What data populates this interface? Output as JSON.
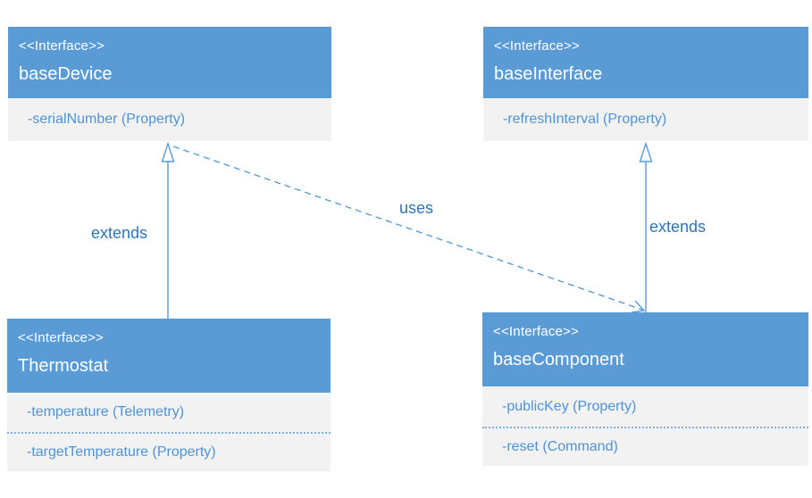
{
  "diagram": {
    "type": "uml-interface-diagram",
    "colors": {
      "header_fill": "#5B9BD5",
      "header_text": "#FFFFFF",
      "body_fill": "#F2F2F2",
      "member_text": "#4E93D6",
      "relation_label_text": "#2E74B5",
      "connector_stroke": "#5B9BD5"
    },
    "nodes": [
      {
        "id": "baseDevice",
        "stereotype": "<<Interface>>",
        "name": "baseDevice",
        "members": [
          {
            "label": "-serialNumber (Property)"
          }
        ]
      },
      {
        "id": "baseInterface",
        "stereotype": "<<Interface>>",
        "name": "baseInterface",
        "members": [
          {
            "label": "-refreshInterval (Property)"
          }
        ]
      },
      {
        "id": "Thermostat",
        "stereotype": "<<Interface>>",
        "name": "Thermostat",
        "members": [
          {
            "label": "-temperature (Telemetry)"
          },
          {
            "label": "-targetTemperature (Property)"
          }
        ]
      },
      {
        "id": "baseComponent",
        "stereotype": "<<Interface>>",
        "name": "baseComponent",
        "members": [
          {
            "label": "-publicKey (Property)"
          },
          {
            "label": "-reset (Command)"
          }
        ]
      }
    ],
    "relations": [
      {
        "label": "extends",
        "from": "Thermostat",
        "to": "baseDevice",
        "style": "solid-hollow-triangle"
      },
      {
        "label": "uses",
        "from": "baseDevice",
        "to": "baseComponent",
        "style": "dashed-open-arrow"
      },
      {
        "label": "extends",
        "from": "baseComponent",
        "to": "baseInterface",
        "style": "solid-hollow-triangle"
      }
    ]
  }
}
